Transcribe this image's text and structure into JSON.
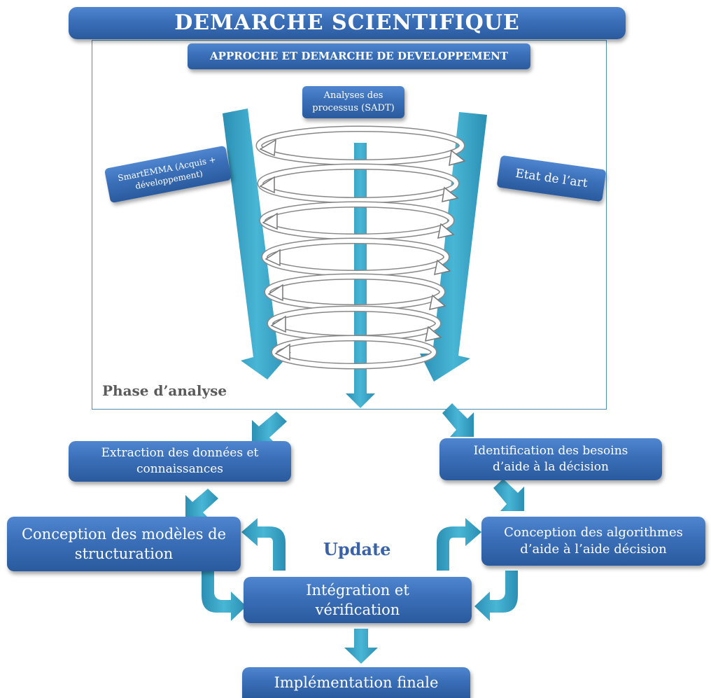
{
  "title": "DEMARCHE  SCIENTIFIQUE",
  "subtitle": "APPROCHE ET DEMARCHE DE DEVELOPPEMENT",
  "analysis": {
    "process_box": "Analyses des processus (SADT)",
    "left_box": "SmartEMMA (Acquis + développement)",
    "right_box": "Etat de l’art",
    "phase_label": "Phase d’analyse"
  },
  "flow": {
    "extraction": "Extraction des données et connaissances",
    "identification": "Identification des besoins d’aide à la décision",
    "conception_modeles": "Conception des modèles de structuration",
    "conception_algos": "Conception des algorithmes d’aide à l’aide décision",
    "update_label": "Update",
    "integration": "Intégration et vérification",
    "implementation": "Implémentation finale"
  },
  "colors": {
    "box_blue": "#3a6fb8",
    "arrow_teal": "#3aa3c4",
    "update_text": "#3a62a8",
    "phase_text": "#5a5a5a"
  }
}
